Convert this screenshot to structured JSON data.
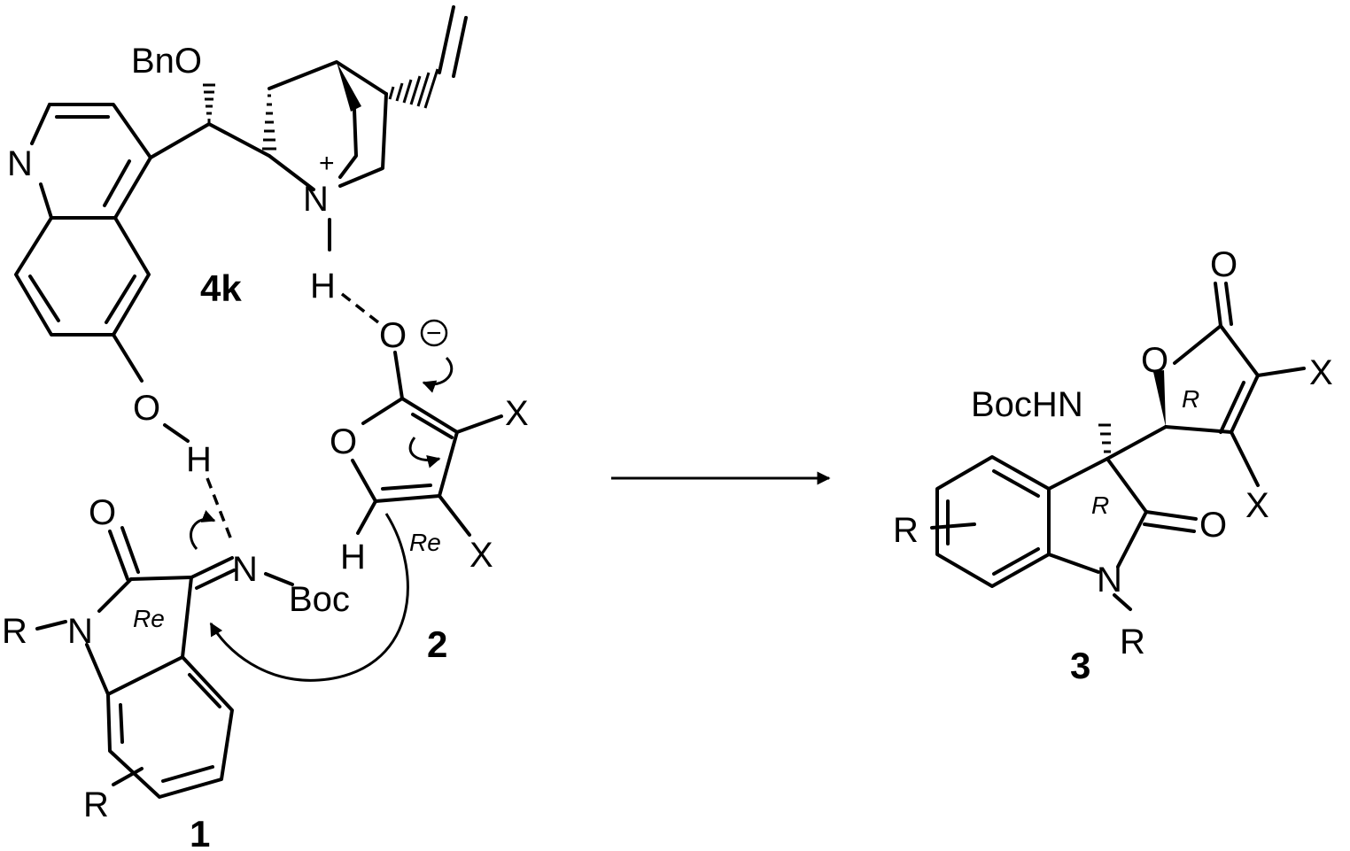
{
  "scheme": {
    "compounds": {
      "catalyst": "4k",
      "isatin_imine": "1",
      "butenolide": "2",
      "product": "3"
    },
    "atoms": {
      "BnO": "BnO",
      "N": "N",
      "H": "H",
      "O": "O",
      "plus": "+",
      "minus": "−",
      "X": "X",
      "Boc": "Boc",
      "R": "R",
      "BocHN": "BocHN"
    },
    "stereo_labels": {
      "Re": "Re",
      "R": "R"
    }
  }
}
